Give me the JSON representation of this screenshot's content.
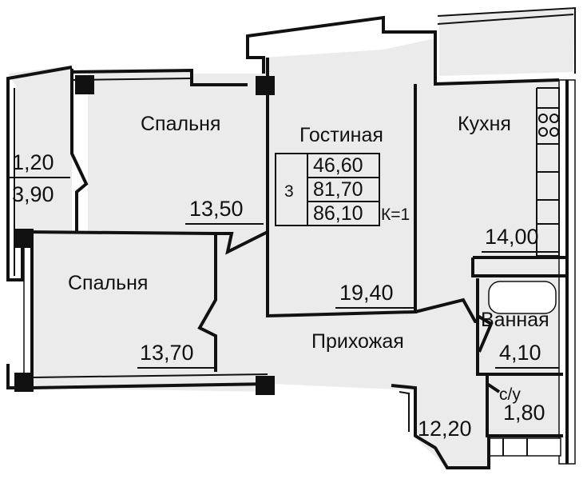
{
  "rooms": {
    "bedroom_top": {
      "name": "Спальня",
      "area": "13,50"
    },
    "bedroom_bottom": {
      "name": "Спальня",
      "area": "13,70"
    },
    "living": {
      "name": "Гостиная",
      "area": "19,40"
    },
    "kitchen": {
      "name": "Кухня",
      "area": "14,00"
    },
    "hall": {
      "name": "Прихожая",
      "area": "12,20"
    },
    "bath": {
      "name": "Ванная",
      "area": "4,10"
    },
    "wc": {
      "name": "с/у",
      "area": "1,80"
    },
    "balcony": {
      "area_a": "1,20",
      "area_b": "3,90"
    }
  },
  "summary": {
    "rooms_count": "3",
    "living_area": "46,60",
    "total_area": "81,70",
    "total_with_balcony": "86,10",
    "coefficient": "К=1"
  }
}
